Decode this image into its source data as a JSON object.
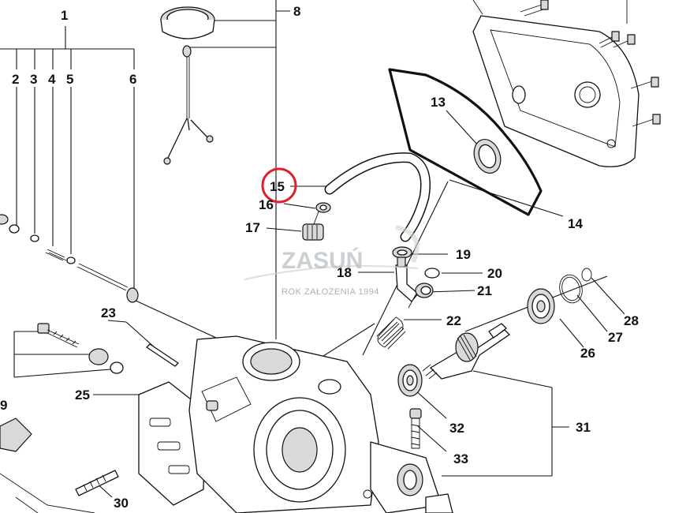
{
  "diagram": {
    "labels": {
      "l1": "1",
      "l2": "2",
      "l3": "3",
      "l4": "4",
      "l5": "5",
      "l6": "6",
      "l8": "8",
      "l9": "9",
      "l13": "13",
      "l14": "14",
      "l15": "15",
      "l16": "16",
      "l17": "17",
      "l18": "18",
      "l19": "19",
      "l20": "20",
      "l21": "21",
      "l22": "22",
      "l23": "23",
      "l25": "25",
      "l26": "26",
      "l27": "27",
      "l28": "28",
      "l30": "30",
      "l31": "31",
      "l32": "32",
      "l33": "33"
    },
    "highlight": {
      "label": "15",
      "color": "#e0202a"
    },
    "watermark": {
      "brand": "ZASUŃ",
      "tagline": "ROK ZAŁOŻENIA 1994",
      "color": "#b8c0c4"
    }
  }
}
